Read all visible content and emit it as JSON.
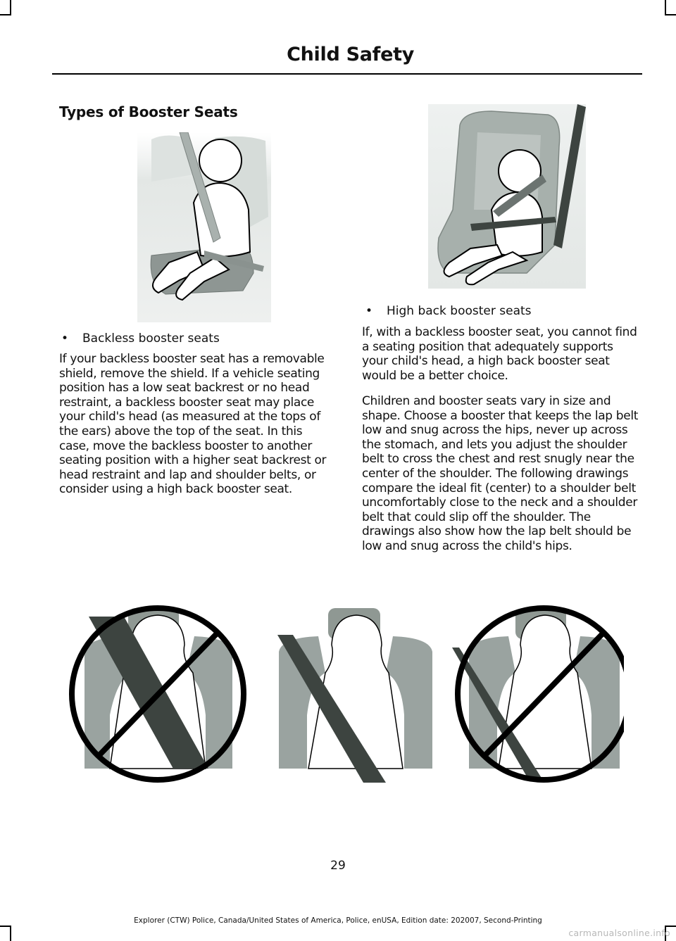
{
  "header": {
    "title": "Child Safety"
  },
  "section": {
    "heading": "Types of Booster Seats"
  },
  "left": {
    "bullet": "Backless booster seats",
    "paragraph": "If your backless booster seat has a removable shield, remove the shield. If a vehicle seating position has a low seat backrest or no head restraint, a backless booster seat may place your child's head (as measured at the tops of the ears) above the top of the seat. In this case, move the backless booster to another seating position with a higher seat backrest or head restraint and lap and shoulder belts, or consider using a high back booster seat."
  },
  "right": {
    "bullet": "High back booster seats",
    "paragraph1": "If, with a backless booster seat, you cannot find a seating position that adequately supports your child's head, a high back booster seat would be a better choice.",
    "paragraph2": "Children and booster seats vary in size and shape. Choose a booster that keeps the lap belt low and snug across the hips, never up across the stomach, and lets you adjust the shoulder belt to cross the chest and rest snugly near the center of the shoulder. The following drawings compare the ideal fit (center) to a shoulder belt uncomfortably close to the neck and a shoulder belt that could slip off the shoulder. The drawings also show how the lap belt should be low and snug across the child's hips."
  },
  "page_number": "29",
  "footer": "Explorer (CTW) Police, Canada/United States of America, Police, enUSA, Edition date: 202007, Second-Printing",
  "watermark": "carmanualsonline.info",
  "colors": {
    "seat_gray": "#a7b0ac",
    "belt_dark": "#3d4440",
    "line": "#000000"
  }
}
